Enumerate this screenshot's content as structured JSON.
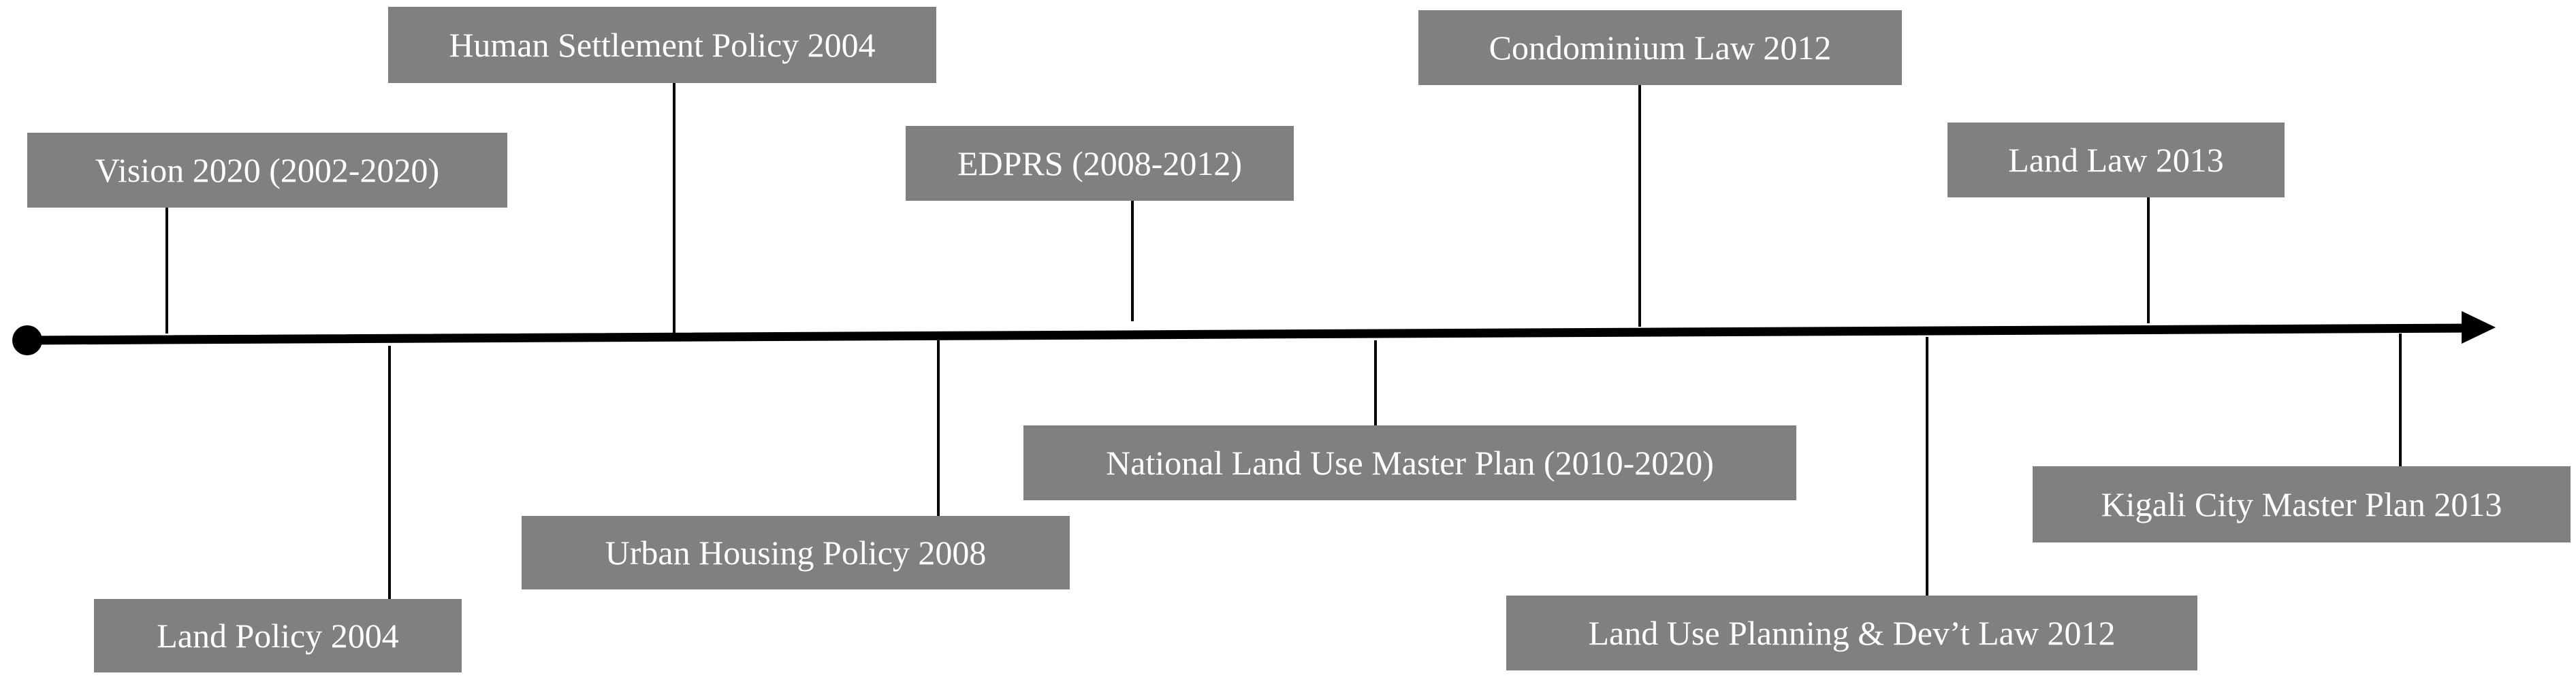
{
  "timeline": {
    "above": [
      {
        "label": "Vision 2020 (2002-2020)"
      },
      {
        "label": "Human Settlement Policy 2004"
      },
      {
        "label": "EDPRS (2008-2012)"
      },
      {
        "label": "Condominium  Law 2012"
      },
      {
        "label": "Land Law 2013"
      }
    ],
    "below": [
      {
        "label": "Land Policy 2004"
      },
      {
        "label": "Urban Housing Policy 2008"
      },
      {
        "label": "National Land Use Master Plan  (2010-2020)"
      },
      {
        "label": "Land Use Planning & Dev’t Law 2012"
      },
      {
        "label": "Kigali City Master Plan 2013"
      }
    ]
  },
  "colors": {
    "box_fill": "#808080",
    "box_text": "#ffffff",
    "line": "#000000"
  }
}
